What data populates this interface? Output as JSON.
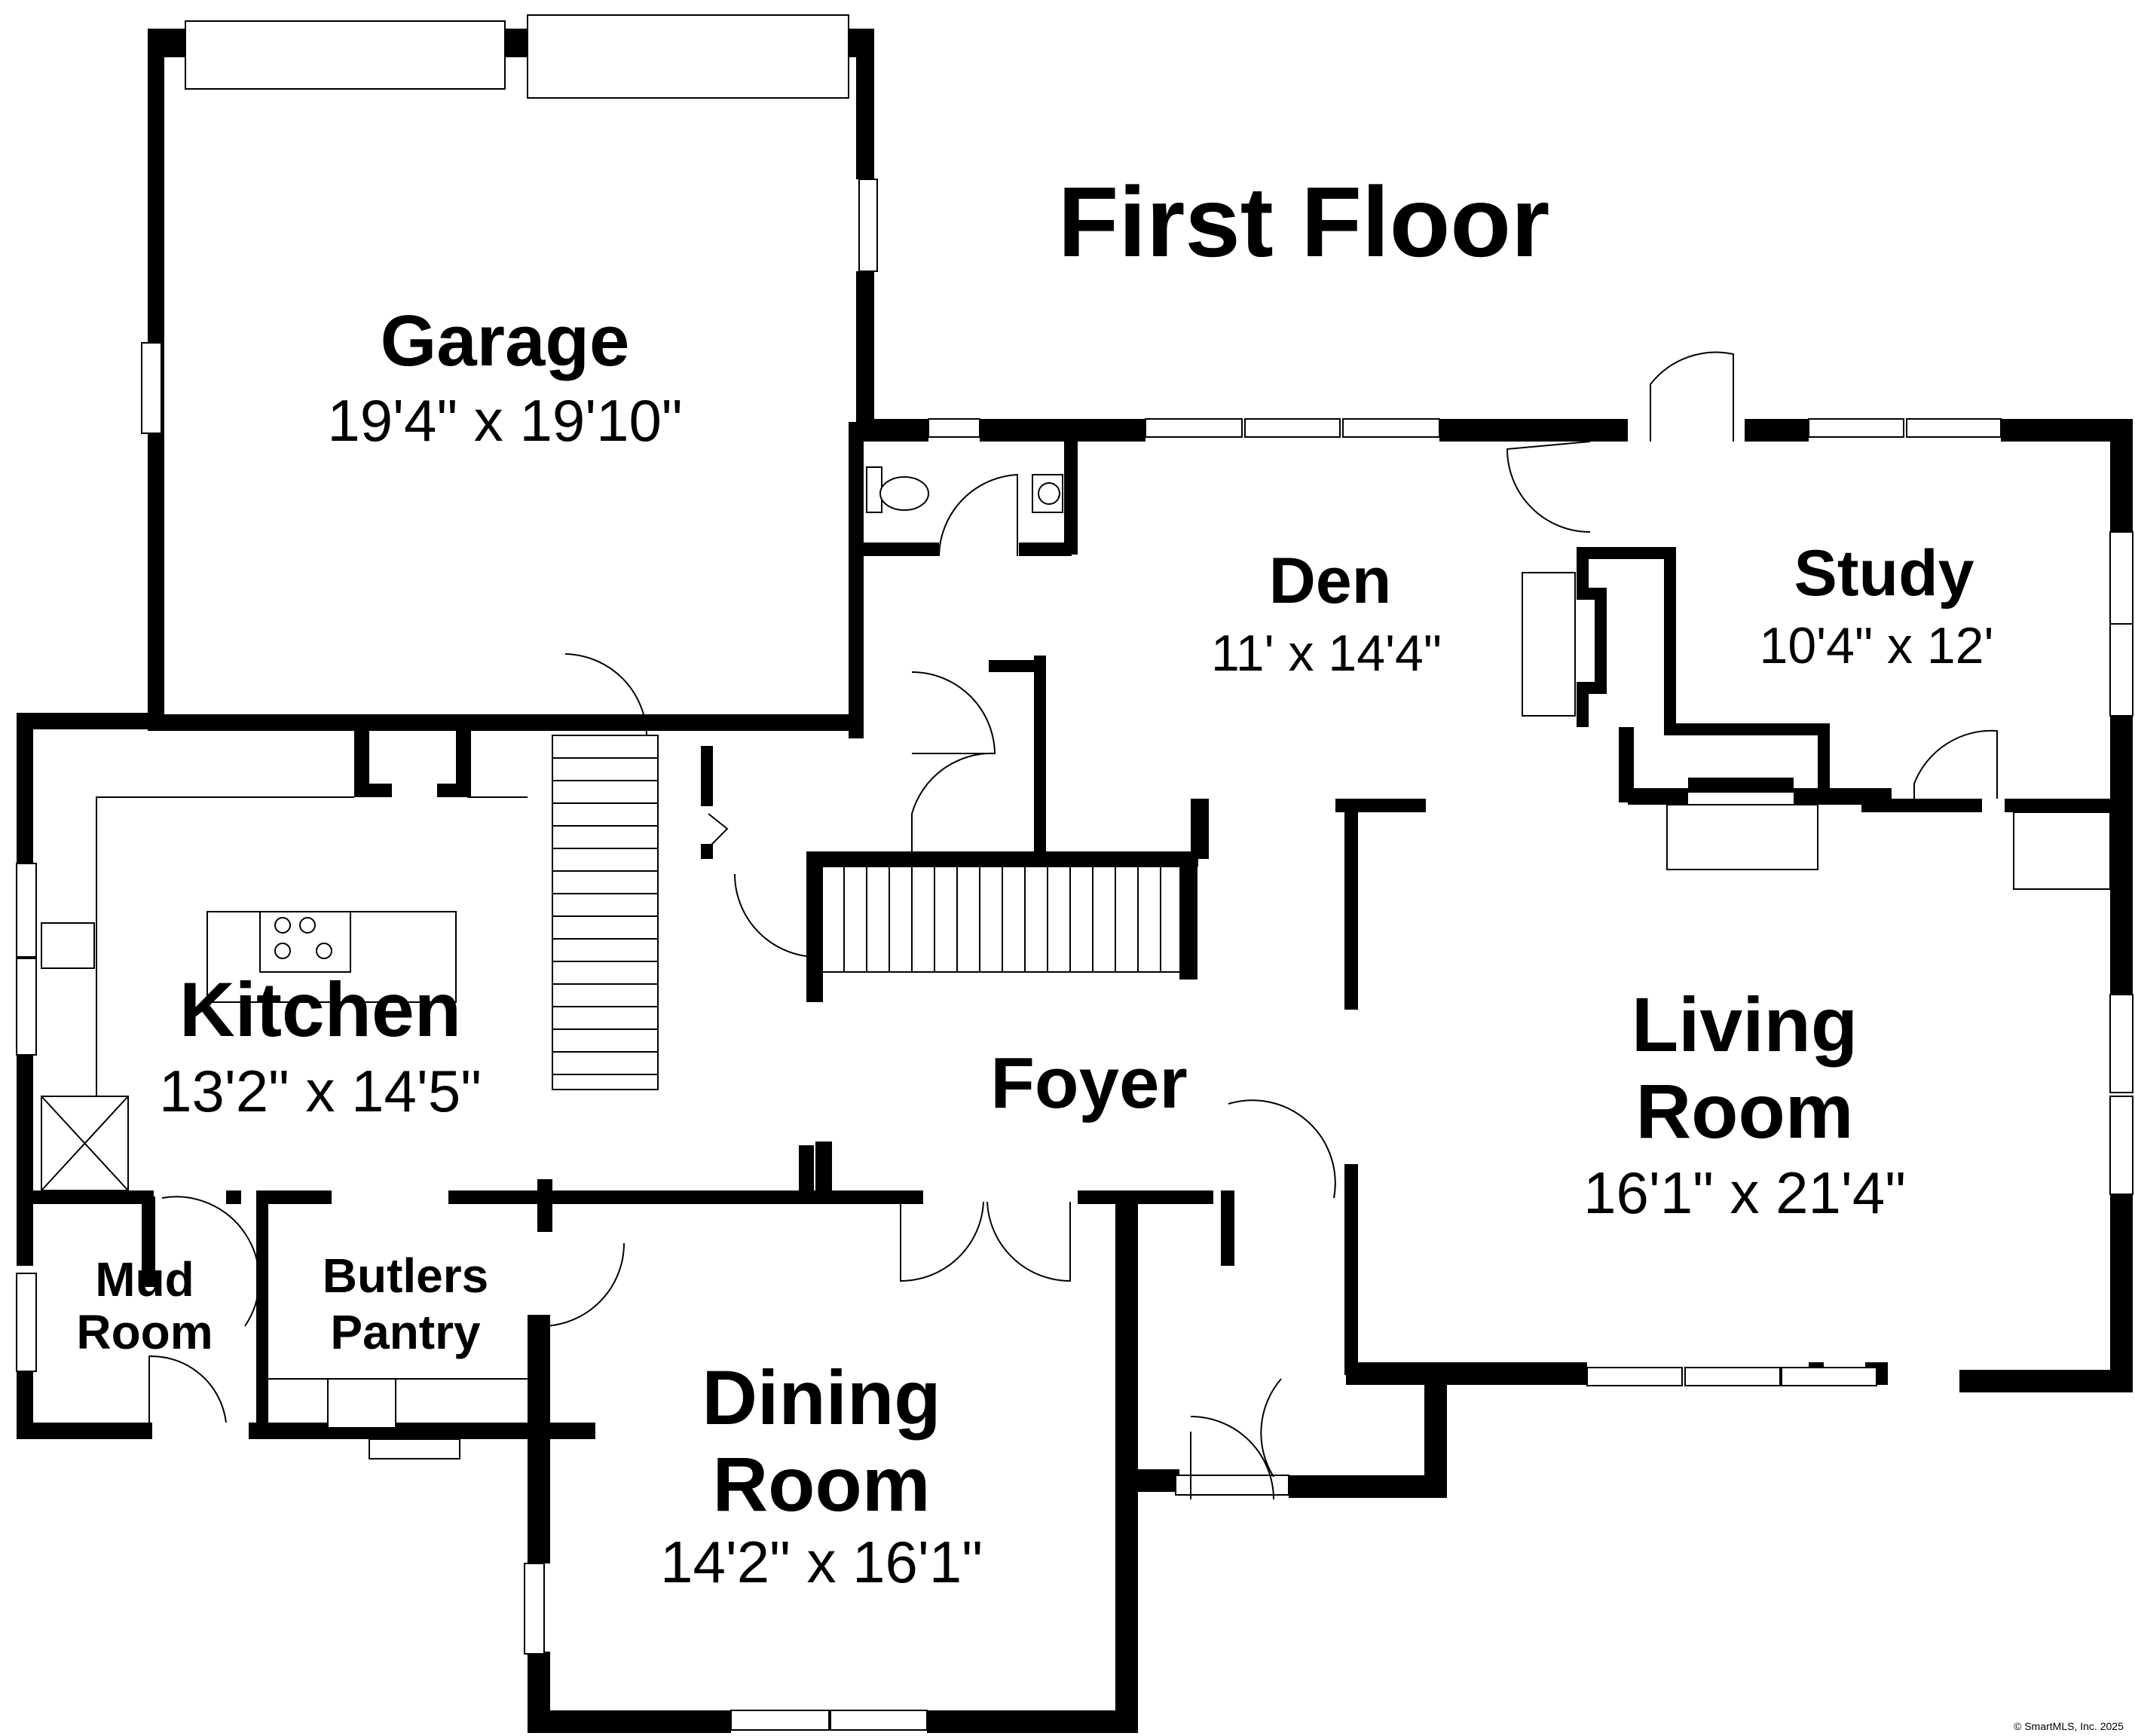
{
  "plan": {
    "title": "First Floor",
    "copyright": "© SmartMLS, Inc. 2025",
    "rooms": [
      {
        "id": "garage",
        "name": "Garage",
        "dims": "19'4\" x 19'10\""
      },
      {
        "id": "den",
        "name": "Den",
        "dims": "11' x 14'4\""
      },
      {
        "id": "study",
        "name": "Study",
        "dims": "10'4\" x 12'"
      },
      {
        "id": "kitchen",
        "name": "Kitchen",
        "dims": "13'2\" x 14'5\""
      },
      {
        "id": "foyer",
        "name": "Foyer",
        "dims": ""
      },
      {
        "id": "living",
        "name_line1": "Living",
        "name_line2": "Room",
        "dims": "16'1\" x 21'4\""
      },
      {
        "id": "mud",
        "name_line1": "Mud",
        "name_line2": "Room"
      },
      {
        "id": "butlers",
        "name_line1": "Butlers",
        "name_line2": "Pantry"
      },
      {
        "id": "dining",
        "name_line1": "Dining",
        "name_line2": "Room",
        "dims": "14'2\" x 16'1\""
      }
    ]
  }
}
